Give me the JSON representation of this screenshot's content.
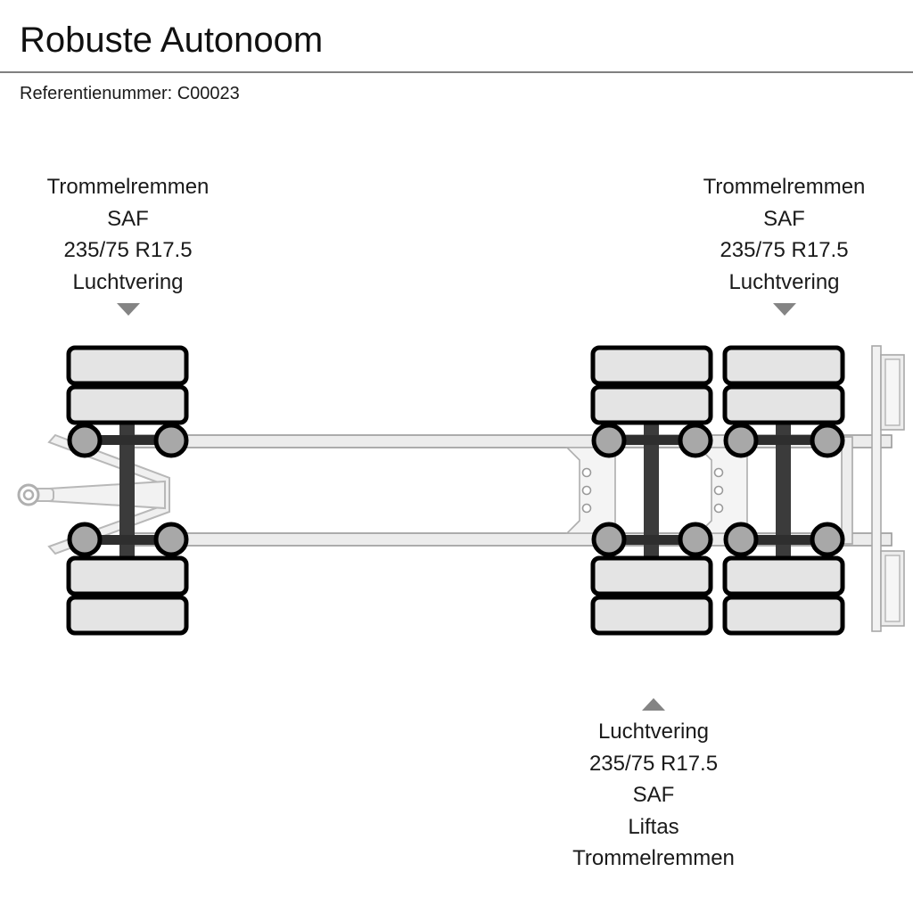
{
  "header": {
    "title": "Robuste Autonoom",
    "reference_label": "Referentienummer:",
    "reference_value": "C00023",
    "reference_line": "Referentienummer: C00023",
    "divider_color": "#808080"
  },
  "callouts": {
    "front_axle": {
      "position": "left",
      "marker": "triangle-down",
      "marker_color": "#848484",
      "lines": [
        "Trommelremmen",
        "SAF",
        "235/75 R17.5",
        "Luchtvering"
      ]
    },
    "rear_axle_top": {
      "position": "right",
      "marker": "triangle-down",
      "marker_color": "#848484",
      "lines": [
        "Trommelremmen",
        "SAF",
        "235/75 R17.5",
        "Luchtvering"
      ]
    },
    "rear_axle_bottom": {
      "position": "bottom",
      "marker": "triangle-up",
      "marker_color": "#848484",
      "lines": [
        "Luchtvering",
        "235/75 R17.5",
        "SAF",
        "Liftas",
        "Trommelremmen"
      ]
    }
  },
  "diagram": {
    "name": "trailer-top-view-schematic",
    "description": "Top view schematic of a drawbar trailer with three axles and twin tyres",
    "colors": {
      "tyre_fill": "#e4e4e4",
      "tyre_stroke": "#000000",
      "hub_fill": "#a8a8a8",
      "hub_stroke": "#000000",
      "axle_beam": "#3b3b3b",
      "chassis_fill": "#ececec",
      "chassis_stroke": "#9a9a9a",
      "background": "#ffffff"
    },
    "axles": [
      {
        "id": "axle-1",
        "name": "front-axle",
        "tyres": 4,
        "lift": false
      },
      {
        "id": "axle-2",
        "name": "middle-axle",
        "tyres": 4,
        "lift": false
      },
      {
        "id": "axle-3",
        "name": "rear-axle",
        "tyres": 4,
        "lift": true
      }
    ],
    "drawbar": {
      "name": "drawbar-a-frame",
      "eye": "towing-eye-ring"
    },
    "rear_structure": {
      "name": "rear-crossmember",
      "mudguards": 2
    },
    "mounting_holes_groups": 2,
    "mounting_holes_per_group": 3
  }
}
